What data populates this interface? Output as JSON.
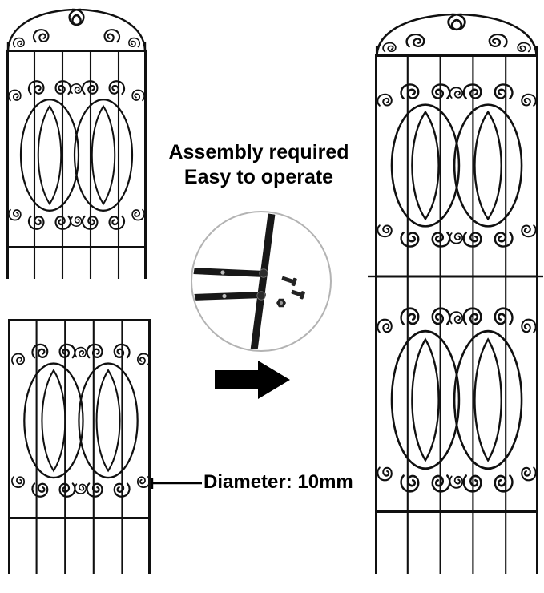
{
  "page": {
    "background": "#ffffff"
  },
  "annotations": {
    "assembly_note_line1": "Assembly required",
    "assembly_note_line2": "Easy to operate",
    "diameter_label": "Diameter: 10mm"
  },
  "colors": {
    "metal": "#101010",
    "inset_border": "#b3b3b3",
    "text": "#000000",
    "arrow": "#000000"
  },
  "graphics": {
    "left_top_panel": "arched-trellis-panel",
    "left_bottom_panel": "flat-trellis-panel",
    "right_panel": "assembled-two-panel-trellis",
    "inset": "connector-hardware-closeup",
    "arrow": "right-arrow",
    "callout_line": "diameter-pointer-line"
  }
}
